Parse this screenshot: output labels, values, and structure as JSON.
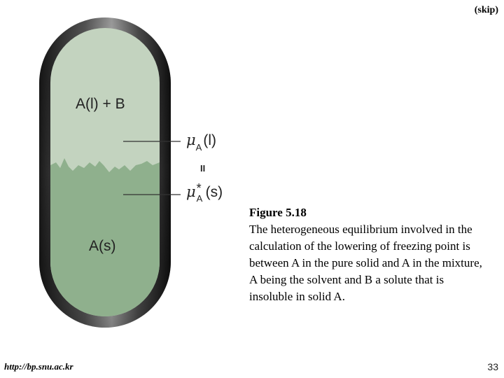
{
  "header": {
    "skip_label": "(skip)"
  },
  "diagram": {
    "region_liquid_label": "A(l) + B",
    "region_solid_label": "A(s)",
    "mu_symbol": "μ",
    "mu_liquid_subscript": "A",
    "mu_liquid_phase": "(l)",
    "equals_symbol": "II",
    "mu_solid_superscript": "*",
    "mu_solid_subscript": "A",
    "mu_solid_phase": "(s)",
    "colors": {
      "liquid": "#c3d3bf",
      "solid": "#8fb08d",
      "outline": "#444444"
    }
  },
  "caption": {
    "title": "Figure 5.18",
    "body": "The heterogeneous equilibrium involved in the calculation of the lowering of freezing point is between A in the pure solid and A in the mixture, A being the solvent and B a solute that is insoluble in solid A."
  },
  "footer": {
    "url": "http://bp.snu.ac.kr",
    "page_number": "33"
  }
}
